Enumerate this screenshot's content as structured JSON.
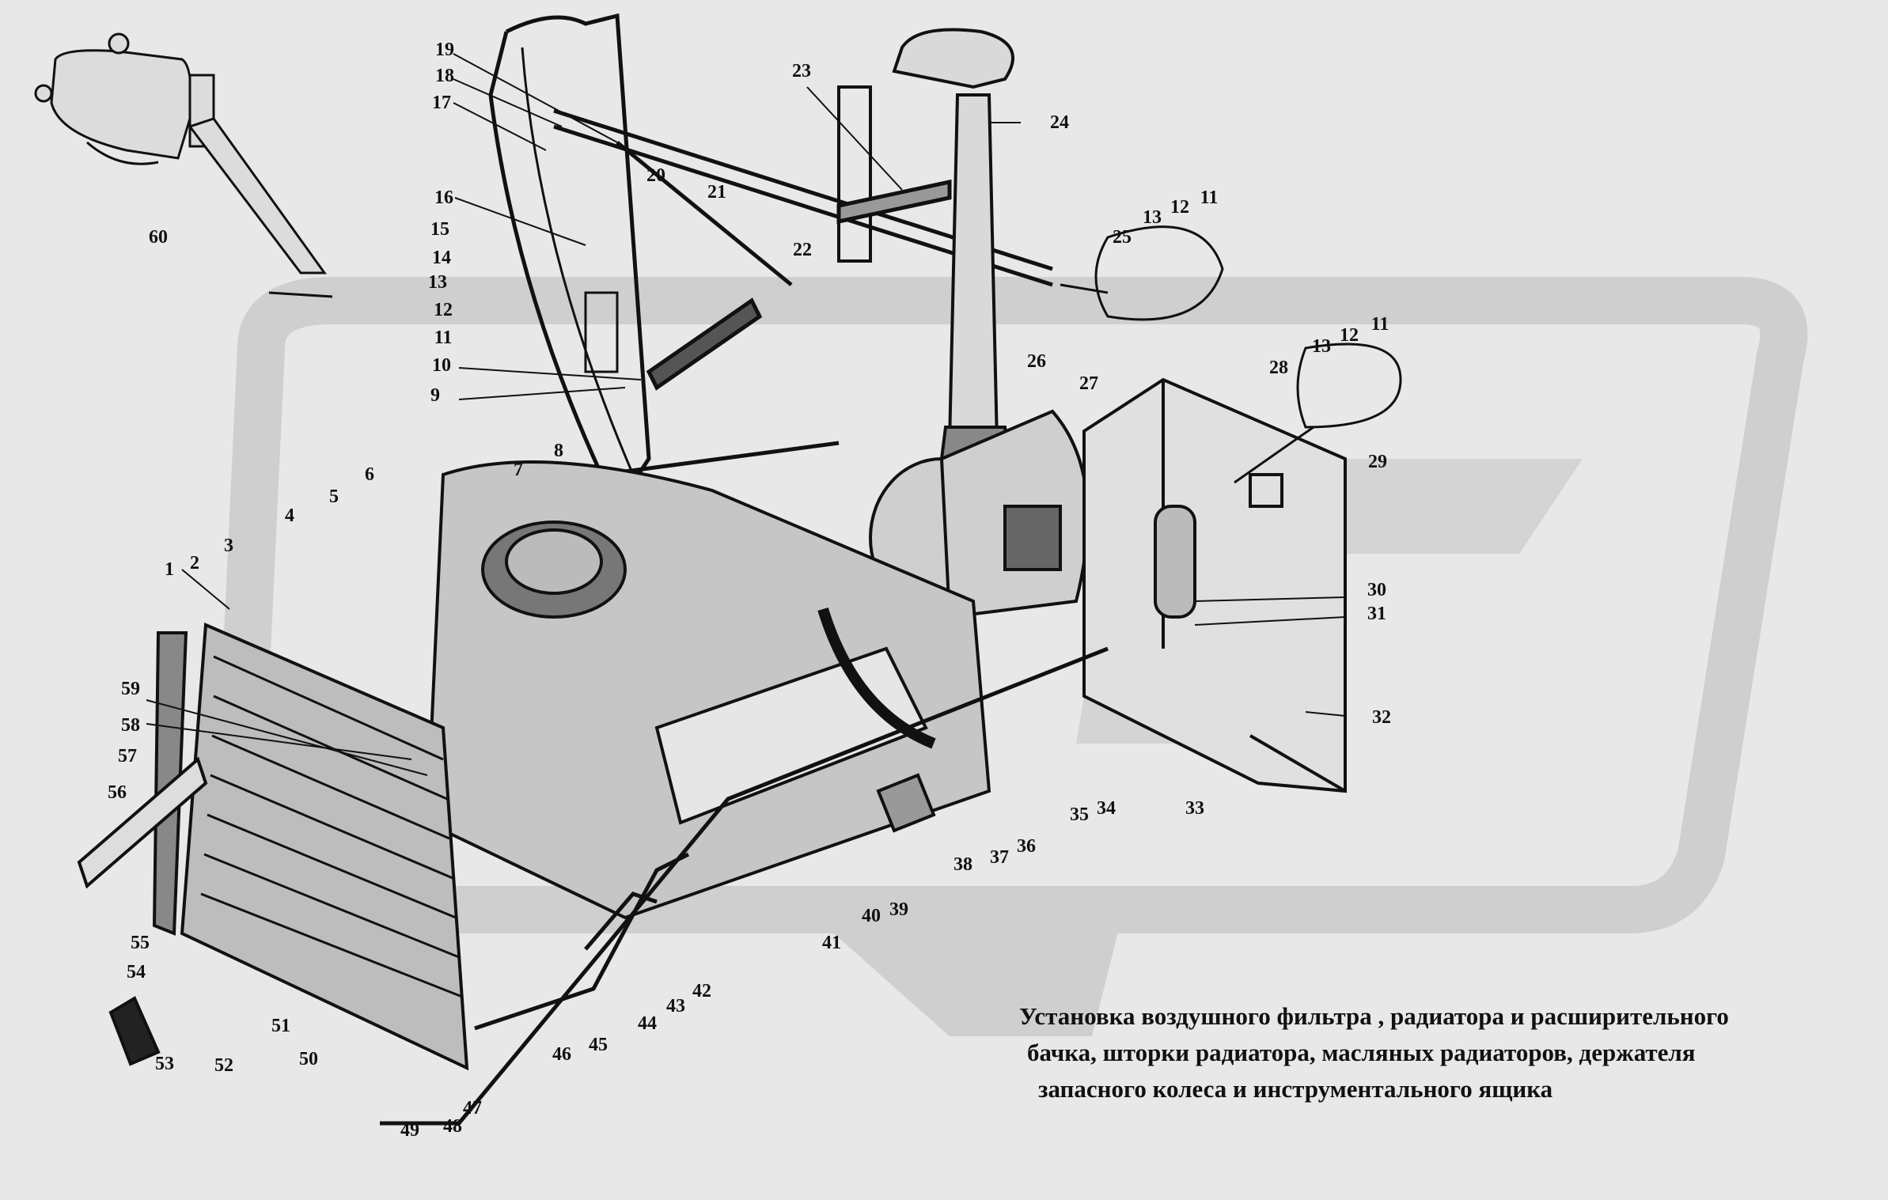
{
  "caption": {
    "line1": "Установка воздушного фильтра , радиатора и расширительного",
    "line2": "бачка, шторки радиатора, масляных радиаторов, держателя",
    "line3": "запасного колеса  и инструментального ящика"
  },
  "callouts": [
    "1",
    "2",
    "3",
    "4",
    "5",
    "6",
    "7",
    "8",
    "9",
    "10",
    "11",
    "12",
    "13",
    "14",
    "15",
    "16",
    "17",
    "18",
    "19",
    "20",
    "21",
    "22",
    "23",
    "24",
    "25",
    "26",
    "27",
    "28",
    "29",
    "30",
    "31",
    "32",
    "33",
    "34",
    "35",
    "36",
    "37",
    "38",
    "39",
    "40",
    "41",
    "42",
    "43",
    "44",
    "45",
    "46",
    "47",
    "48",
    "49",
    "50",
    "51",
    "52",
    "53",
    "54",
    "55",
    "56",
    "57",
    "58",
    "59",
    "60"
  ],
  "detail_callouts": {
    "left_11": "11",
    "left_12": "12",
    "left_13": "13",
    "top_11": "11",
    "top_12": "12",
    "top_13": "13",
    "right_11": "11",
    "right_12": "12",
    "right_13": "13"
  },
  "colors": {
    "background": "#e8e8e8",
    "ink": "#111111",
    "watermark": "#c9c9c9"
  }
}
